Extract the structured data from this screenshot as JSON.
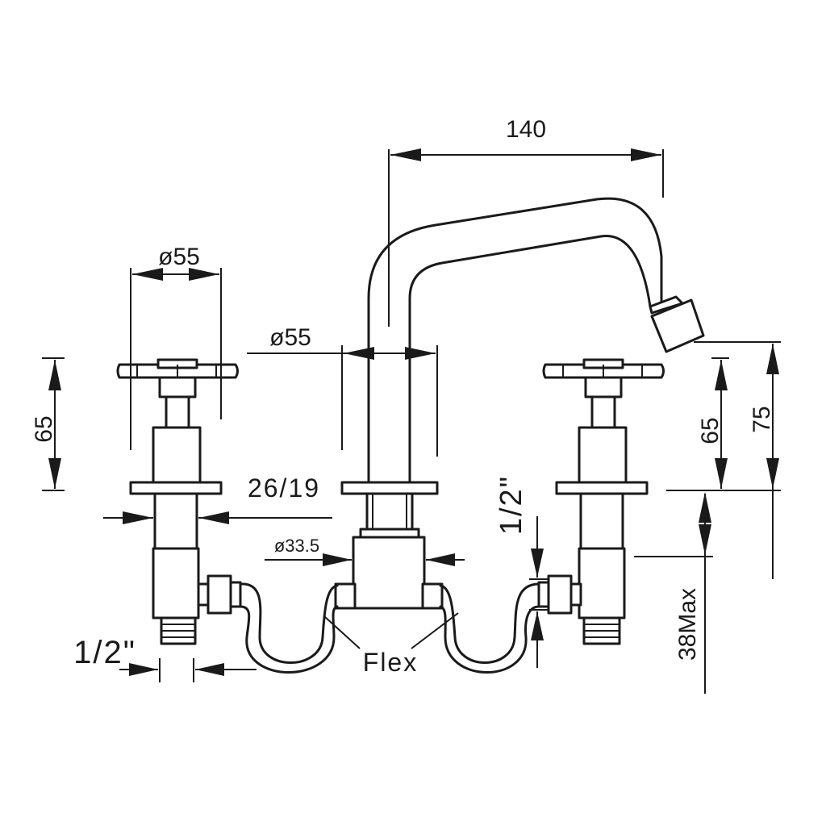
{
  "ink": "#1a1a1a",
  "dimensions": {
    "spout_reach": "140",
    "handle_diameter": "ø55",
    "spout_diameter": "ø55",
    "handle_height_left": "65",
    "handle_height_right": "65",
    "spout_outlet_height": "75",
    "flange_diameters": "26/19",
    "body_diameter": "ø33.5",
    "inlet_thread_left": "1/2\"",
    "inlet_thread_right": "1/2\"",
    "max_deck_thickness": "38Max"
  },
  "callouts": {
    "flex_hose": "Flex"
  }
}
